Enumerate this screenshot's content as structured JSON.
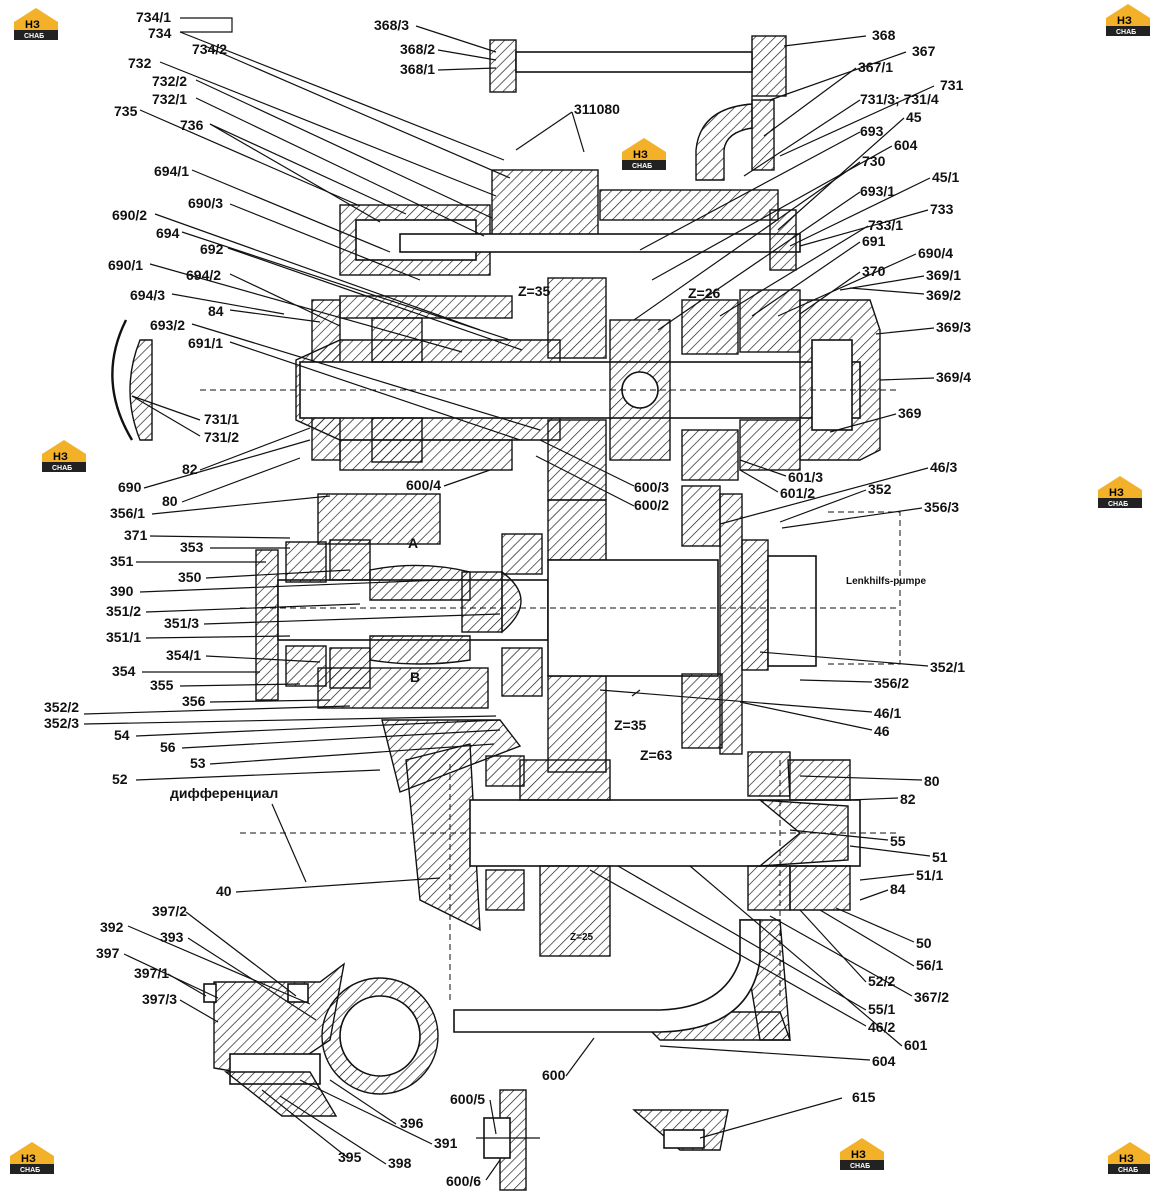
{
  "brand": {
    "mark": "НЗ",
    "sub": "СНАБ"
  },
  "labels": {
    "l734_1": "734/1",
    "l734": "734",
    "l734_2": "734/2",
    "l732": "732",
    "l732_2": "732/2",
    "l732_1": "732/1",
    "l735": "735",
    "l736": "736",
    "l694_1": "694/1",
    "l690_3": "690/3",
    "l690_2": "690/2",
    "l694": "694",
    "l692": "692",
    "l690_1": "690/1",
    "l694_2": "694/2",
    "l694_3": "694/3",
    "l84a": "84",
    "l693_2": "693/2",
    "l691_1": "691/1",
    "l731_1": "731/1",
    "l731_2": "731/2",
    "l82a": "82",
    "l690": "690",
    "l80a": "80",
    "l600_4": "600/4",
    "l356_1": "356/1",
    "l371": "371",
    "l353": "353",
    "l351": "351",
    "l350": "350",
    "l390": "390",
    "l351_2": "351/2",
    "l351_3": "351/3",
    "l351_1": "351/1",
    "l354_1": "354/1",
    "l354": "354",
    "l355": "355",
    "l356": "356",
    "l352_2": "352/2",
    "l352_3": "352/3",
    "l54": "54",
    "l56": "56",
    "l53": "53",
    "l52": "52",
    "l_diff": "дифференциал",
    "l40": "40",
    "l397_2": "397/2",
    "l392": "392",
    "l393": "393",
    "l397": "397",
    "l397_1": "397/1",
    "l397_3": "397/3",
    "l396": "396",
    "l391": "391",
    "l395": "395",
    "l398": "398",
    "l600_5": "600/5",
    "l600_6": "600/6",
    "l600": "600",
    "l615": "615",
    "l368_3": "368/3",
    "l368_2": "368/2",
    "l368_1": "368/1",
    "l311080": "311080",
    "l368": "368",
    "l367": "367",
    "l367_1": "367/1",
    "l731": "731",
    "l731_34": "731/3; 731/4",
    "l45": "45",
    "l693": "693",
    "l604a": "604",
    "l730": "730",
    "l45_1": "45/1",
    "l693_1": "693/1",
    "l733": "733",
    "l733_1": "733/1",
    "l691": "691",
    "l690_4": "690/4",
    "l370": "370",
    "l369_1": "369/1",
    "l369_2": "369/2",
    "l369_3": "369/3",
    "l369_4": "369/4",
    "l369": "369",
    "l601_3": "601/3",
    "l601_2": "601/2",
    "l46_3": "46/3",
    "l600_3": "600/3",
    "l600_2": "600/2",
    "l352": "352",
    "l356_3": "356/3",
    "l352_1": "352/1",
    "l356_2": "356/2",
    "l46_1": "46/1",
    "l46": "46",
    "l80b": "80",
    "l82b": "82",
    "l55": "55",
    "l51": "51",
    "l51_1": "51/1",
    "l84b": "84",
    "l50": "50",
    "l56_1": "56/1",
    "l52_2": "52/2",
    "l367_2": "367/2",
    "l55_1": "55/1",
    "l46_2": "46/2",
    "l601": "601",
    "l604b": "604",
    "z35a": "Z=35",
    "z26": "Z=26",
    "z35b": "Z=35",
    "z63": "Z=63",
    "z25": "Z=25",
    "secA": "A",
    "secB": "B",
    "pump": "Lenkhilfs-pumpe"
  },
  "colors": {
    "ink": "#111111",
    "brand": "#f3b12a"
  }
}
